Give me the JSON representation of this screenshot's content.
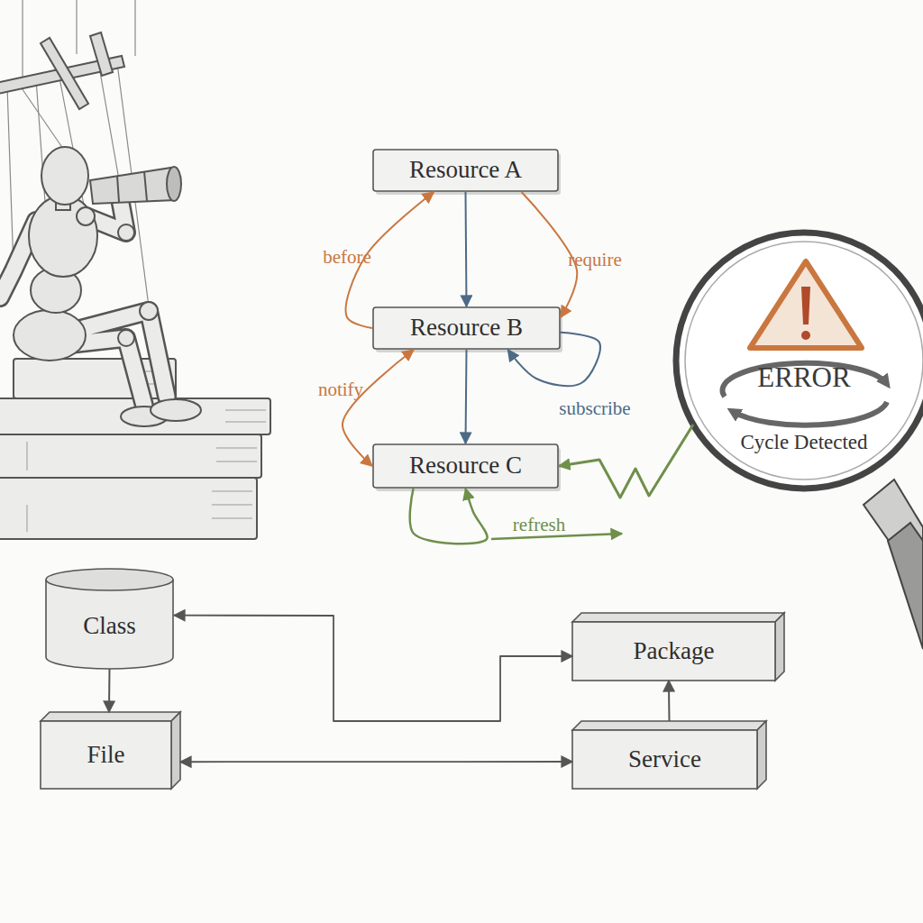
{
  "diagram": {
    "nodes": [
      {
        "text": [
          "Resource A"
        ]
      },
      {
        "text": [
          "Resource B"
        ]
      },
      {
        "text": [
          "Resource C"
        ]
      },
      {
        "text": [
          "ERROR",
          "Cycle Detected"
        ]
      },
      {
        "text": [
          "Class"
        ]
      },
      {
        "text": [
          "Package"
        ]
      },
      {
        "text": [
          "File"
        ]
      },
      {
        "text": [
          "Service"
        ]
      }
    ],
    "edges": [
      {
        "from": 0,
        "to": 1,
        "arrow": "to"
      },
      {
        "from": 1,
        "to": 0,
        "label": "before",
        "arrow": "to"
      },
      {
        "from": 0,
        "to": 1,
        "label": "require",
        "arrow": "to"
      },
      {
        "from": 1,
        "to": 2,
        "arrow": "to"
      },
      {
        "from": 1,
        "to": 2,
        "label": "notify",
        "arrow": "both"
      },
      {
        "from": 1,
        "to": 1,
        "label": "subscribe",
        "arrow": "to"
      },
      {
        "from": 2,
        "to": 2,
        "label": "refresh",
        "arrow": "to"
      },
      {
        "from": 3,
        "to": 2,
        "arrow": "to"
      },
      {
        "from": 4,
        "to": 6,
        "arrow": "to"
      },
      {
        "from": 4,
        "to": 5,
        "arrow": "both"
      },
      {
        "from": 6,
        "to": 7,
        "arrow": "both"
      },
      {
        "from": 7,
        "to": 5,
        "arrow": "to"
      }
    ]
  }
}
